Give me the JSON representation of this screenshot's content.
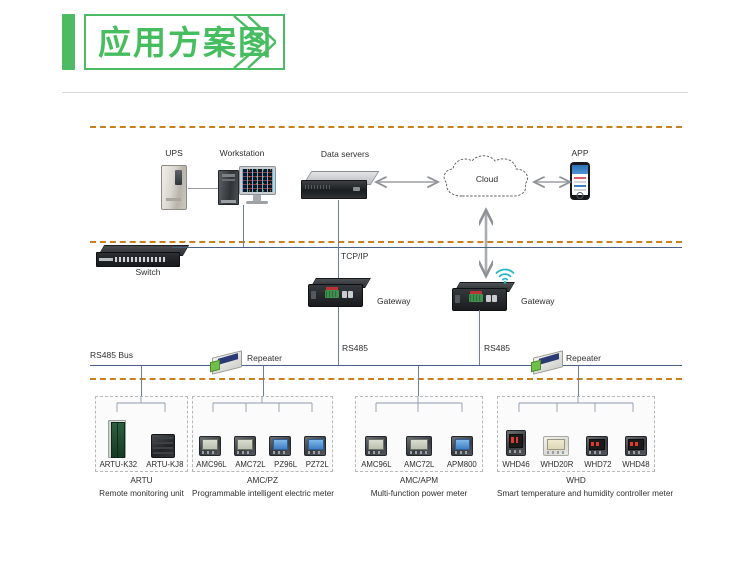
{
  "header": {
    "title": "应用方案图",
    "accent_color": "#4cbb63"
  },
  "layers": {
    "tcpip_label": "TCP/IP",
    "rs485_bus_label": "RS485 Bus",
    "rs485_label_mid": "RS485",
    "rs485_label_right": "RS485"
  },
  "top_layer": {
    "ups": "UPS",
    "workstation": "Workstation",
    "data_servers": "Data servers",
    "cloud": "Cloud",
    "app": "APP"
  },
  "network_layer": {
    "switch": "Switch",
    "gateway_left": "Gateway",
    "gateway_right": "Gateway",
    "repeater_left": "Repeater",
    "repeater_right": "Repeater"
  },
  "device_groups": [
    {
      "name": "ARTU",
      "description": "Remote monitoring unit",
      "devices": [
        "ARTU-K32",
        "ARTU-KJ8"
      ]
    },
    {
      "name": "AMC/PZ",
      "description": "Programmable intelligent electric meter",
      "devices": [
        "AMC96L",
        "AMC72L",
        "PZ96L",
        "PZ72L"
      ]
    },
    {
      "name": "AMC/APM",
      "description": "Multi-function power meter",
      "devices": [
        "AMC96L",
        "AMC72L",
        "APM800"
      ]
    },
    {
      "name": "WHD",
      "description": "Smart temperature and humidity controller meter",
      "devices": [
        "WHD46",
        "WHD20R",
        "WHD72",
        "WHD48"
      ]
    }
  ],
  "colors": {
    "dashed_divider": "#c8811e",
    "bus_line": "#4a5f86",
    "wifi": "#2bb6c4",
    "group_border": "#b9b9b9"
  }
}
